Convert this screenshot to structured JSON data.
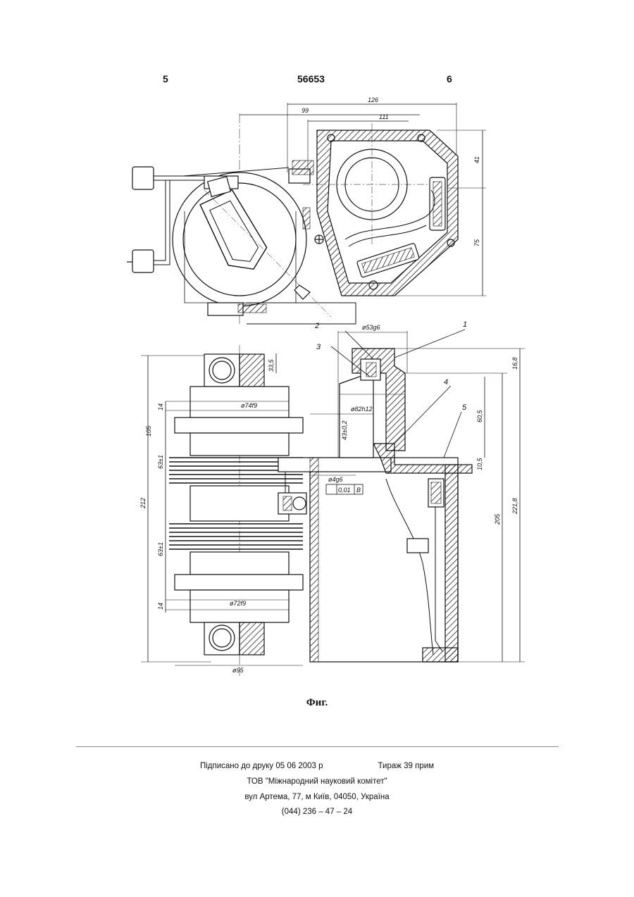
{
  "header": {
    "col_left": "5",
    "doc_number": "56653",
    "col_right": "6"
  },
  "figure": {
    "caption": "Фиг.",
    "dims_top": [
      "126",
      "99",
      "111",
      "41",
      "75"
    ],
    "dims_bottom": [
      "ø53g6",
      "16,8",
      "33,5",
      "ø74f9",
      "14",
      "105",
      "ø82h12",
      "43±0,2",
      "60,5",
      "63±1",
      "10,5",
      "ø4g6",
      "0,01",
      "B",
      "212",
      "205",
      "221,8",
      "63±1",
      "14",
      "ø72f9",
      "ø95"
    ],
    "part_labels": [
      "1",
      "2",
      "3",
      "4",
      "5"
    ]
  },
  "imprint": {
    "signed": "Підписано до друку 05 06 2003 р",
    "print_run": "Тираж 39 прим",
    "publisher": "ТОВ \"Міжнародний науковий комітет\"",
    "address": "вул  Артема, 77, м  Київ, 04050, Україна",
    "phone": "(044) 236 – 47 – 24"
  }
}
